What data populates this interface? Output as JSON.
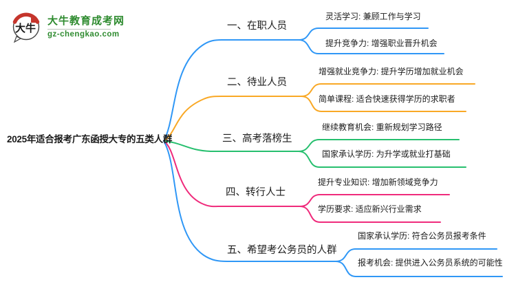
{
  "brand": {
    "name": "大牛教育成考网",
    "domain": "gz-chengkao.com",
    "badge_text": "大牛",
    "green": "#2e8b2f",
    "red": "#c5352c"
  },
  "mindmap": {
    "root": "2025年适合报考广东函授大专的五类人群",
    "branches": [
      {
        "label": "一、在职人员",
        "color": "#2f97f6",
        "children": [
          "灵活学习: 兼顾工作与学习",
          "提升竞争力: 增强职业晋升机会"
        ]
      },
      {
        "label": "二、待业人员",
        "color": "#f9a825",
        "children": [
          "增强就业竞争力: 提升学历增加就业机会",
          "简单课程: 适合快速获得学历的求职者"
        ]
      },
      {
        "label": "三、高考落榜生",
        "color": "#26bf6e",
        "children": [
          "继续教育机会: 重新规划学习路径",
          "国家承认学历: 为升学或就业打基础"
        ]
      },
      {
        "label": "四、转行人士",
        "color": "#ef2a7b",
        "children": [
          "提升专业知识: 增加新领域竞争力",
          "学历要求: 适应新兴行业需求"
        ]
      },
      {
        "label": "五、希望考公务员的人群",
        "color": "#2f97f6",
        "children": [
          "国家承认学历: 符合公务员报考条件",
          "报考机会: 提供进入公务员系统的可能性"
        ]
      }
    ]
  }
}
